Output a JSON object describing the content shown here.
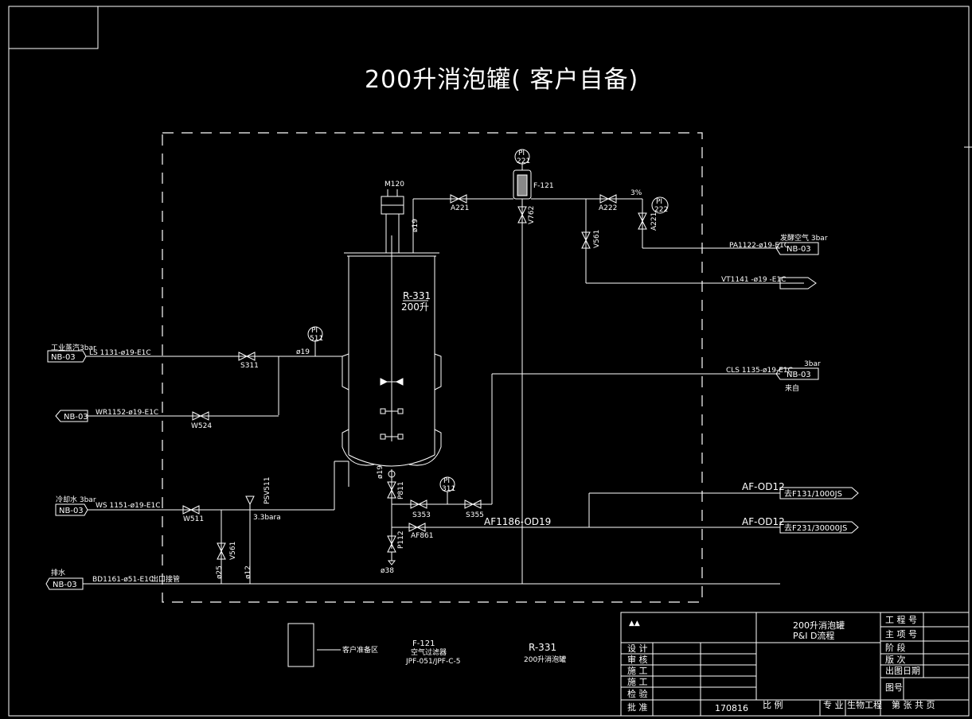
{
  "drawing_title": "200升消泡罐( 客户自备)",
  "vessel": {
    "tag": "R-331",
    "volume": "200升",
    "motor_tag": "M120",
    "pipe_size": "ø19"
  },
  "filter": {
    "tag": "F-121",
    "pi": "PI\n221"
  },
  "instruments": {
    "pi511": "PI\n511",
    "pi311": "PI\n311",
    "pi222": "PI\n222"
  },
  "valves": {
    "a221": "A221",
    "v762": "V762",
    "a222": "A222",
    "a221b": "A221",
    "v561_top": "V561",
    "s311": "S311",
    "w524": "W524",
    "w511": "W511",
    "psv511": "PSV511",
    "psv_set": "3.3bara",
    "v561_bottom": "V561",
    "p811": "P811",
    "s353": "S353",
    "s355": "S355",
    "af861": "AF861",
    "p112": "P112",
    "ratio_3pct": "3%"
  },
  "sizes": {
    "d19_top": "ø19",
    "d19_left": "ø19",
    "d19_bottom": "ø19",
    "d38": "ø38",
    "d25": "ø25",
    "d12": "ø12"
  },
  "lines": {
    "ls1131": "LS 1131-ø19-E1C",
    "wr1152": "WR1152-ø19-E1C",
    "ws1151": "WS 1151-ø19-E1C",
    "bd1161": "BD1161-ø51-E1C",
    "pa1122": "PA1122-ø19-E1C",
    "vt1141": "VT1141 -ø19  -E1C",
    "cls1135": "CLS 1135-ø19-E1C",
    "af1186": "AF1186-OD19",
    "af_od12_a": "AF-OD12",
    "af_od12_b": "AF-OD12"
  },
  "connectors": {
    "steam": "NB-03",
    "wr": "NB-03",
    "ws": "NB-03",
    "bd": "NB-03",
    "pa": "NB-03",
    "cls": "NB-03",
    "to_f131": "去F131/1000JS",
    "to_f231": "去F231/30000JS"
  },
  "notes": {
    "steam": "工业蒸汽3bar",
    "cooling": "冷却水 3bar",
    "drain": "排水",
    "drain_side": "出口接管",
    "air": "发酵空气 3bar",
    "cls_pressure": "3bar",
    "cls_source": "来自"
  },
  "legend": {
    "client_area": "客户准备区",
    "f121_tag": "F-121",
    "f121_name": "空气过滤器",
    "f121_model": "JPF-051/JPF-C-5",
    "r331_tag": "R-331",
    "r331_name": "200升消泡罐"
  },
  "title_block": {
    "logo_text": "▲▲",
    "drawing_name_1": "200升消泡罐",
    "drawing_name_2": "P&I D流程",
    "project_no": "工 程 号",
    "main_item_no": "主 项 号",
    "stage": "阶    段",
    "revision": "版    次",
    "issue_date": "出图日期",
    "drawing_no": "图号",
    "design": "设  计",
    "review": "审  核",
    "construct1": "施  工",
    "construct2": "施  工",
    "inspect": "检  验",
    "approve": "批  准",
    "date": "170816",
    "scale": "比 例",
    "discipline": "专 业",
    "discipline_value": "生物工程",
    "sheet": "第    张  共    页"
  }
}
